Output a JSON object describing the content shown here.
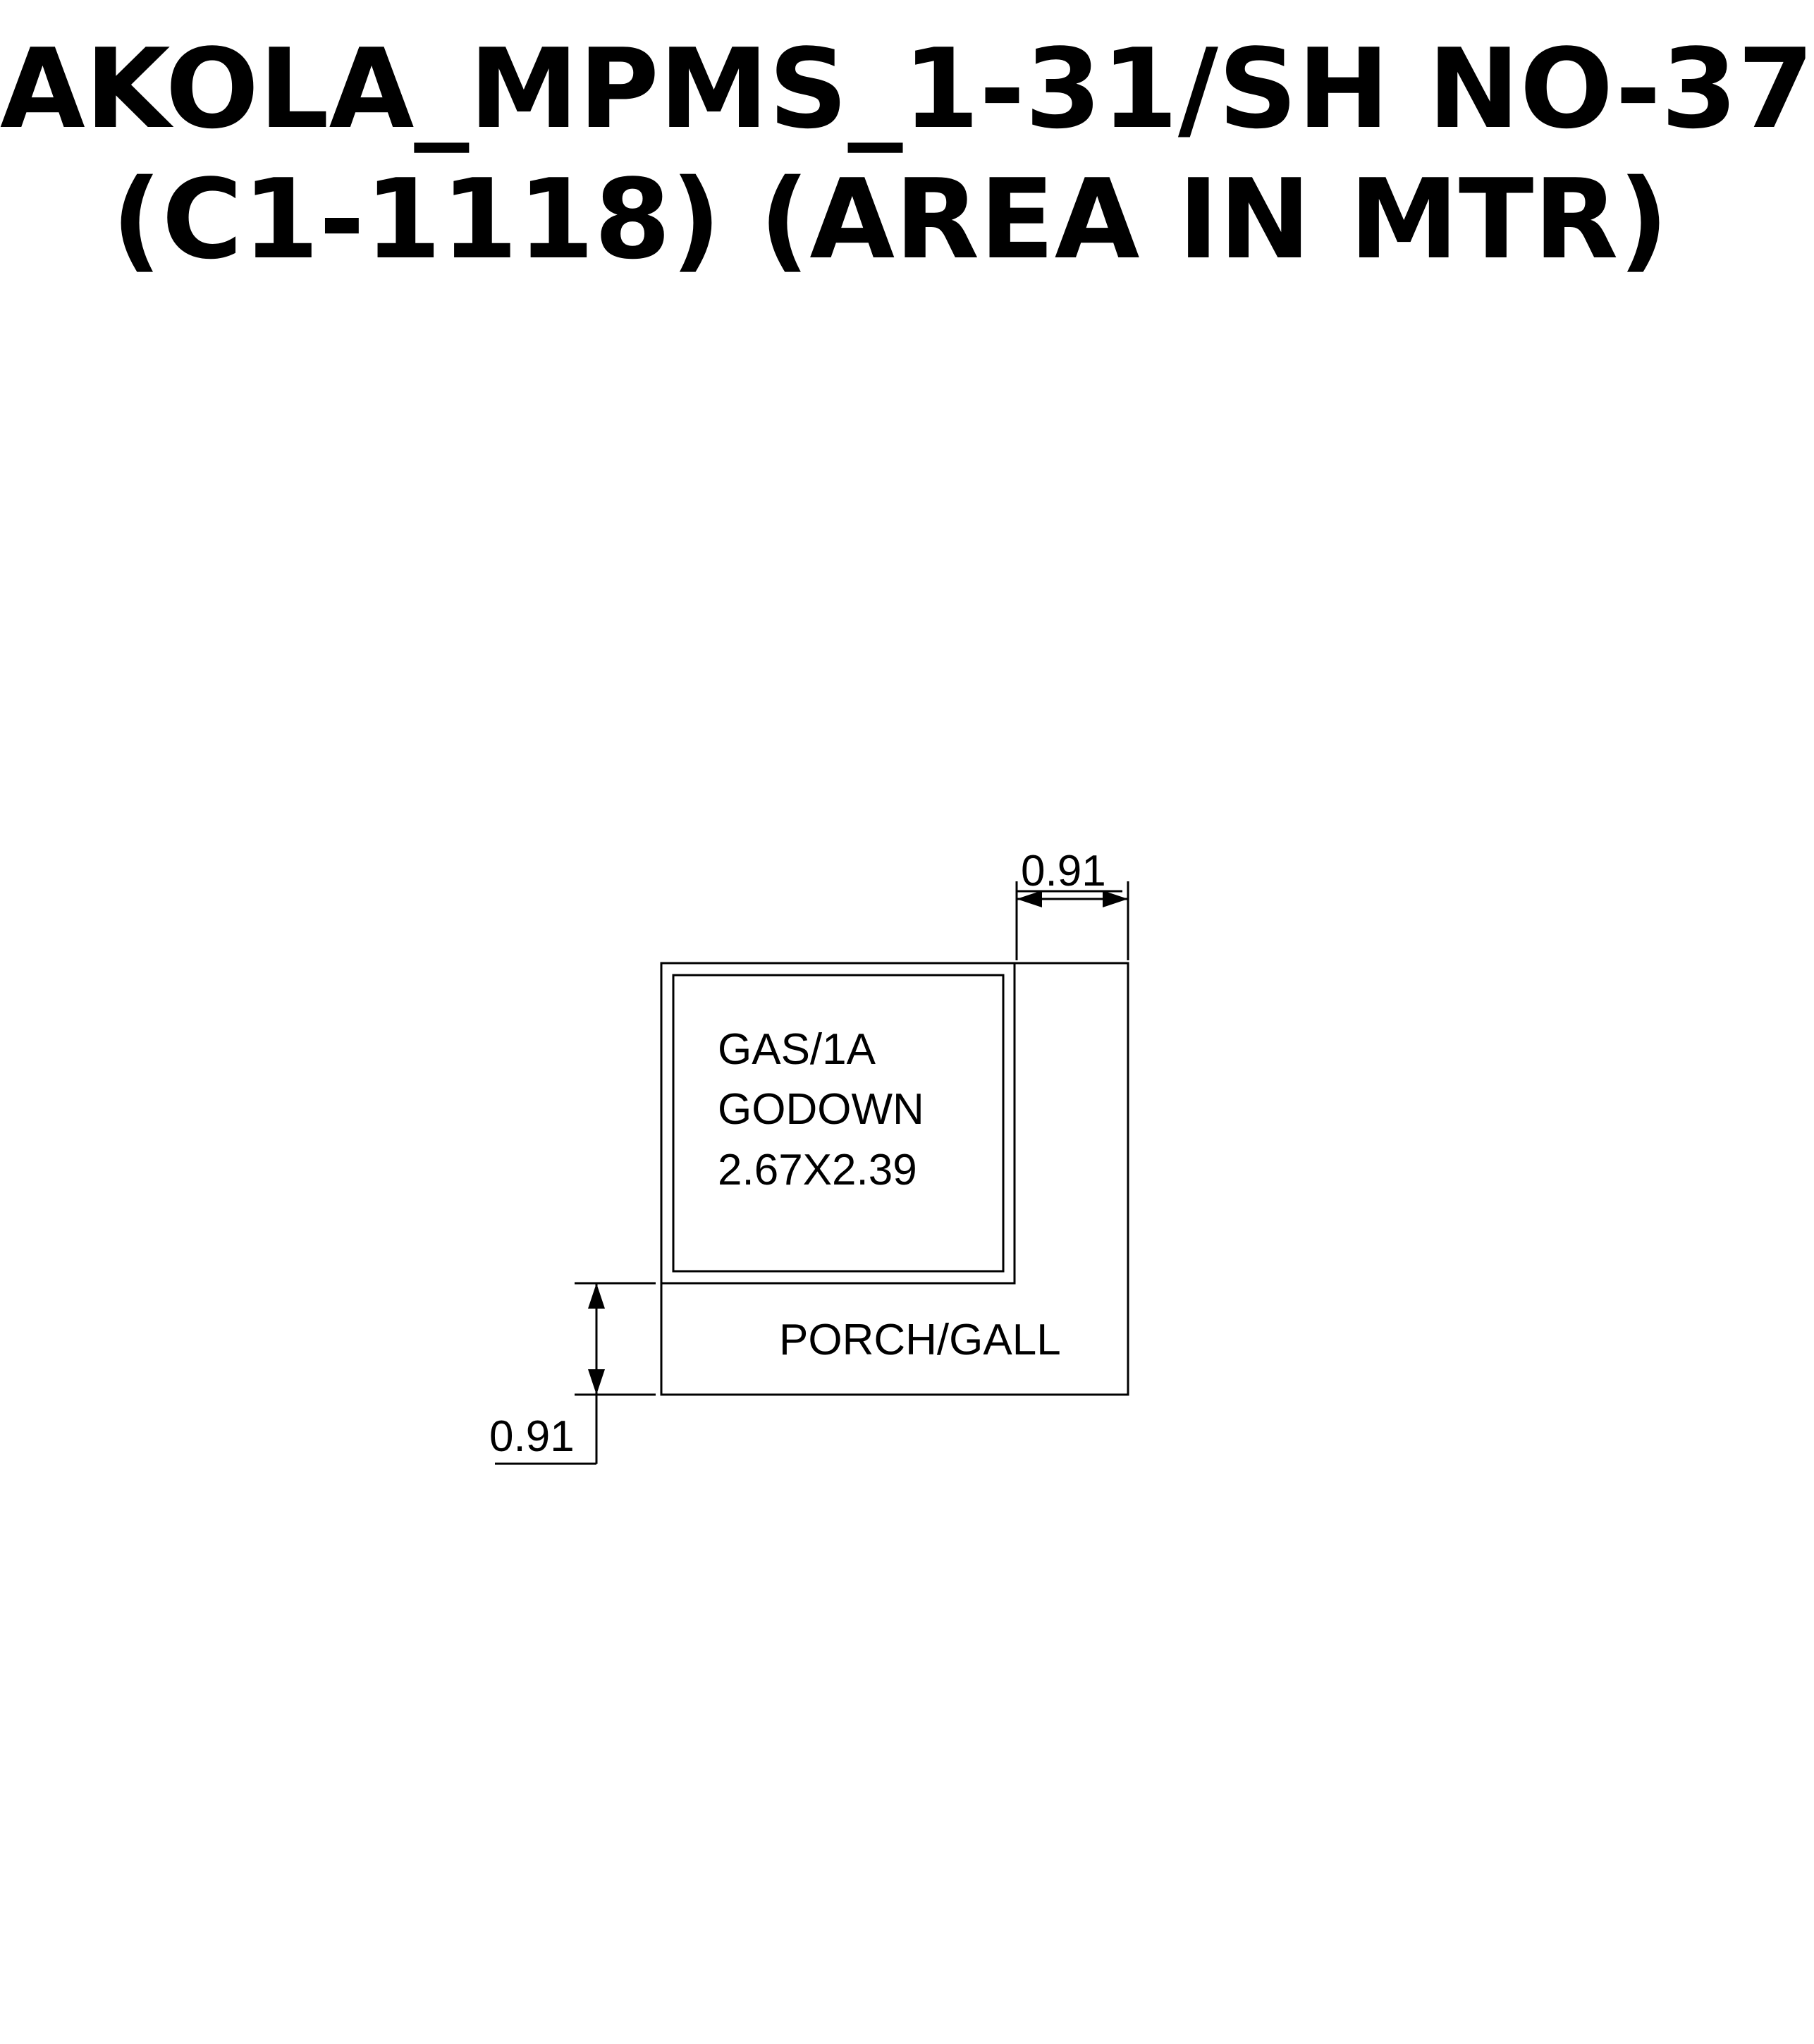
{
  "title": {
    "line1": "AKOLA_MPMS_1-31/SH NO-37",
    "line2": "(C1-1118) (AREA IN MTR)"
  },
  "plan": {
    "room": {
      "name": "GAS/1A",
      "type": "GODOWN",
      "size": "2.67X2.39"
    },
    "porch_label": "PORCH/GALL",
    "dimensions": {
      "top_width": "0.91",
      "left_height": "0.91"
    }
  },
  "colors": {
    "ink": "#000000",
    "paper": "#ffffff"
  }
}
